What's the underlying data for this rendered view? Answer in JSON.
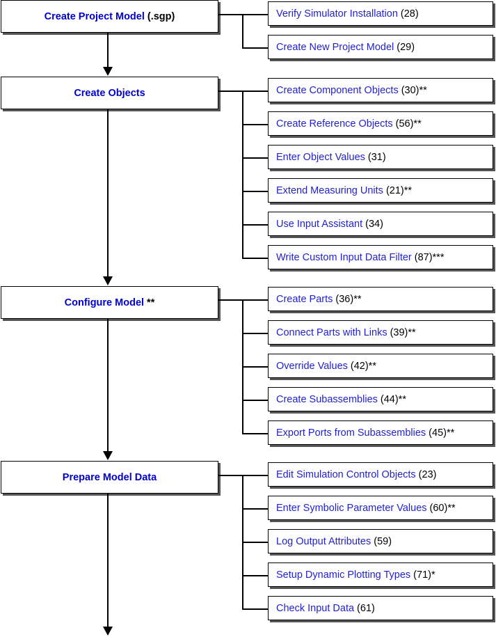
{
  "steps": [
    {
      "label": "Create Project Model",
      "suffix": "(.sgp)",
      "subtasks": [
        {
          "label": "Verify Simulator Installation",
          "suffix": "(28)"
        },
        {
          "label": "Create New Project Model",
          "suffix": "(29)"
        }
      ]
    },
    {
      "label": "Create Objects",
      "suffix": "",
      "subtasks": [
        {
          "label": "Create Component Objects",
          "suffix": "(30)**"
        },
        {
          "label": "Create Reference Objects",
          "suffix": "(56)**"
        },
        {
          "label": "Enter Object Values",
          "suffix": "(31)"
        },
        {
          "label": "Extend Measuring Units",
          "suffix": "(21)**"
        },
        {
          "label": "Use Input Assistant",
          "suffix": "(34)"
        },
        {
          "label": "Write Custom Input Data Filter",
          "suffix": "(87)***"
        }
      ]
    },
    {
      "label": "Configure Model",
      "suffix": "**",
      "subtasks": [
        {
          "label": "Create Parts",
          "suffix": "(36)**"
        },
        {
          "label": "Connect Parts with Links",
          "suffix": "(39)**"
        },
        {
          "label": "Override Values",
          "suffix": "(42)**"
        },
        {
          "label": "Create Subassemblies",
          "suffix": "(44)**"
        },
        {
          "label": "Export Ports from Subassemblies",
          "suffix": "(45)**"
        }
      ]
    },
    {
      "label": "Prepare Model Data",
      "suffix": "",
      "subtasks": [
        {
          "label": "Edit Simulation Control Objects",
          "suffix": "(23)"
        },
        {
          "label": "Enter Symbolic Parameter Values",
          "suffix": "(60)**"
        },
        {
          "label": "Log Output Attributes",
          "suffix": "(59)"
        },
        {
          "label": "Setup Dynamic Plotting Types",
          "suffix": "(71)*"
        },
        {
          "label": "Check Input Data",
          "suffix": "(61)"
        }
      ]
    }
  ],
  "colors": {
    "step_text": "#0000cc",
    "subtask_text": "#2222cc",
    "suffix_text": "#000000",
    "line": "#000000"
  }
}
